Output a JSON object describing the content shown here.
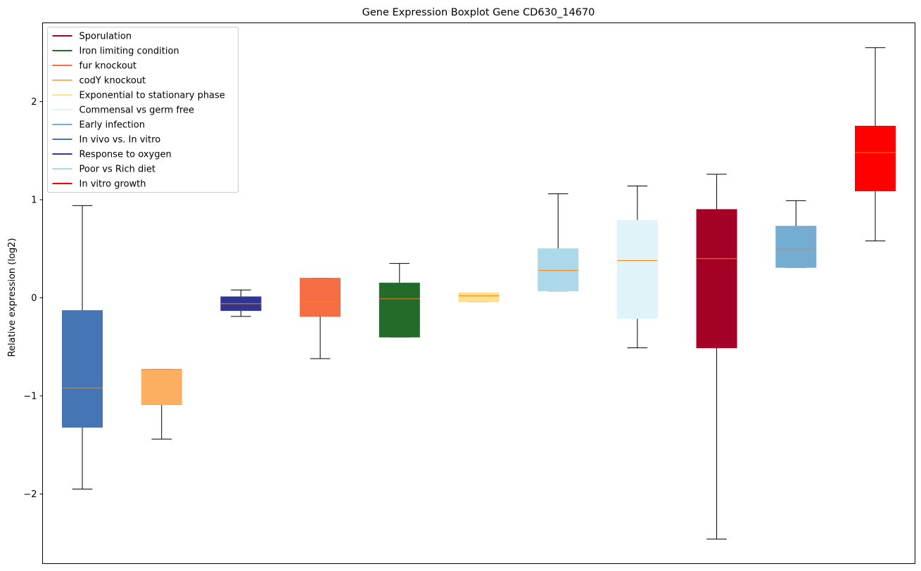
{
  "chart_data": {
    "type": "boxplot",
    "title": "Gene Expression Boxplot Gene CD630_14670",
    "xlabel": "",
    "ylabel": "Relative expression (log2)",
    "ylim": [
      -2.72,
      2.8
    ],
    "yticks": [
      -2,
      -1,
      0,
      1,
      2
    ],
    "ytick_labels": [
      "−2",
      "−1",
      "0",
      "1",
      "2"
    ],
    "grid": false,
    "legend_position": "top-left",
    "median_color": "#ff7f0e",
    "legend": [
      {
        "name": "Sporulation",
        "color": "#a50026"
      },
      {
        "name": "Iron limiting condition",
        "color": "#236a2b"
      },
      {
        "name": "fur knockout",
        "color": "#f46d43"
      },
      {
        "name": "codY knockout",
        "color": "#fdae61"
      },
      {
        "name": "Exponential to stationary phase",
        "color": "#fee090"
      },
      {
        "name": "Commensal vs germ free",
        "color": "#e0f3f8"
      },
      {
        "name": "Early infection",
        "color": "#74add1"
      },
      {
        "name": "In vivo vs. In vitro",
        "color": "#4575b4"
      },
      {
        "name": "Response to oxygen",
        "color": "#313695"
      },
      {
        "name": "Poor vs Rich diet",
        "color": "#abd9e9"
      },
      {
        "name": "In vitro growth",
        "color": "#ff0000"
      }
    ],
    "boxes": [
      {
        "group": "In vivo vs. In vitro",
        "color": "#4575b4",
        "whisker_low": -1.95,
        "q1": -1.32,
        "median": -0.92,
        "q3": -0.13,
        "whisker_high": 0.94
      },
      {
        "group": "codY knockout",
        "color": "#fdae61",
        "whisker_low": -1.44,
        "q1": -1.09,
        "median": -0.73,
        "q3": -0.73,
        "whisker_high": -0.73
      },
      {
        "group": "Response to oxygen",
        "color": "#313695",
        "whisker_low": -0.19,
        "q1": -0.13,
        "median": -0.06,
        "q3": 0.01,
        "whisker_high": 0.08
      },
      {
        "group": "fur knockout",
        "color": "#f46d43",
        "whisker_low": -0.62,
        "q1": -0.19,
        "median": -0.04,
        "q3": 0.2,
        "whisker_high": 0.2
      },
      {
        "group": "Iron limiting condition",
        "color": "#236a2b",
        "whisker_low": -0.4,
        "q1": -0.4,
        "median": -0.01,
        "q3": 0.15,
        "whisker_high": 0.35
      },
      {
        "group": "Exponential to stationary phase",
        "color": "#fee090",
        "whisker_low": -0.04,
        "q1": -0.04,
        "median": 0.02,
        "q3": 0.05,
        "whisker_high": 0.05
      },
      {
        "group": "Poor vs Rich diet",
        "color": "#abd9e9",
        "whisker_low": 0.07,
        "q1": 0.07,
        "median": 0.28,
        "q3": 0.5,
        "whisker_high": 1.06
      },
      {
        "group": "Commensal vs germ free",
        "color": "#e0f3f8",
        "whisker_low": -0.51,
        "q1": -0.21,
        "median": 0.38,
        "q3": 0.79,
        "whisker_high": 1.14
      },
      {
        "group": "Sporulation",
        "color": "#a50026",
        "whisker_low": -2.46,
        "q1": -0.51,
        "median": 0.4,
        "q3": 0.9,
        "whisker_high": 1.26
      },
      {
        "group": "Early infection",
        "color": "#74add1",
        "whisker_low": 0.31,
        "q1": 0.31,
        "median": 0.5,
        "q3": 0.73,
        "whisker_high": 0.99
      },
      {
        "group": "In vitro growth",
        "color": "#ff0000",
        "whisker_low": 0.58,
        "q1": 1.09,
        "median": 1.48,
        "q3": 1.75,
        "whisker_high": 2.55
      }
    ]
  }
}
